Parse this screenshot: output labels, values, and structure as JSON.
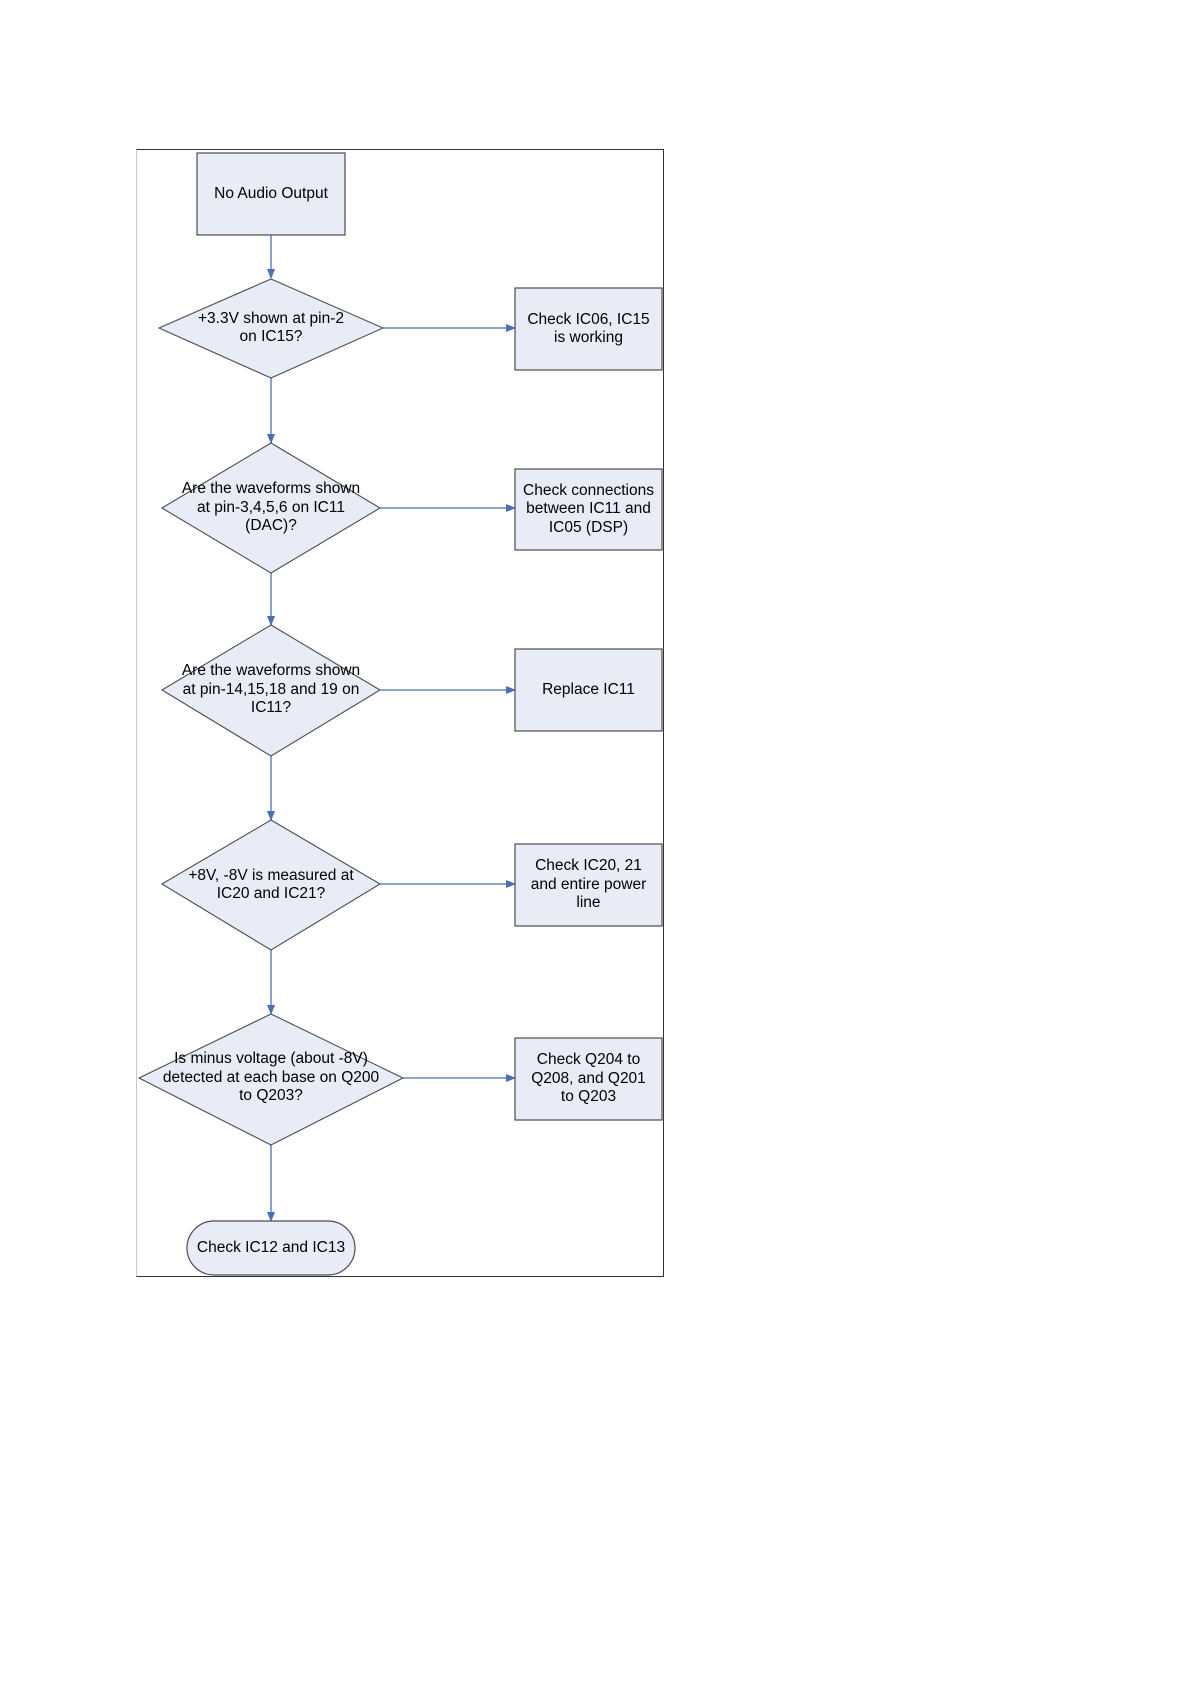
{
  "start": {
    "label": "No Audio Output"
  },
  "decisions": [
    {
      "text": "+3.3V shown at pin-2 on IC15?"
    },
    {
      "text": "Are the waveforms shown at pin-3,4,5,6 on IC11 (DAC)?"
    },
    {
      "text": "Are the waveforms shown at pin-14,15,18 and 19 on IC11?"
    },
    {
      "text": "+8V, -8V is measured at IC20 and IC21?"
    },
    {
      "text": "Is minus voltage (about -8V) detected at each base on Q200 to Q203?"
    }
  ],
  "actions": [
    {
      "text": "Check IC06, IC15 is working"
    },
    {
      "text": "Check connections between IC11 and IC05 (DSP)"
    },
    {
      "text": "Replace IC11"
    },
    {
      "text": "Check IC20, 21 and entire power line"
    },
    {
      "text": "Check Q204 to Q208, and Q201 to Q203"
    }
  ],
  "end": {
    "label": "Check IC12 and IC13"
  },
  "colors": {
    "node_fill": "#e8ecf7",
    "node_stroke": "#4d4d4d",
    "arrow": "#4a6fb5"
  }
}
